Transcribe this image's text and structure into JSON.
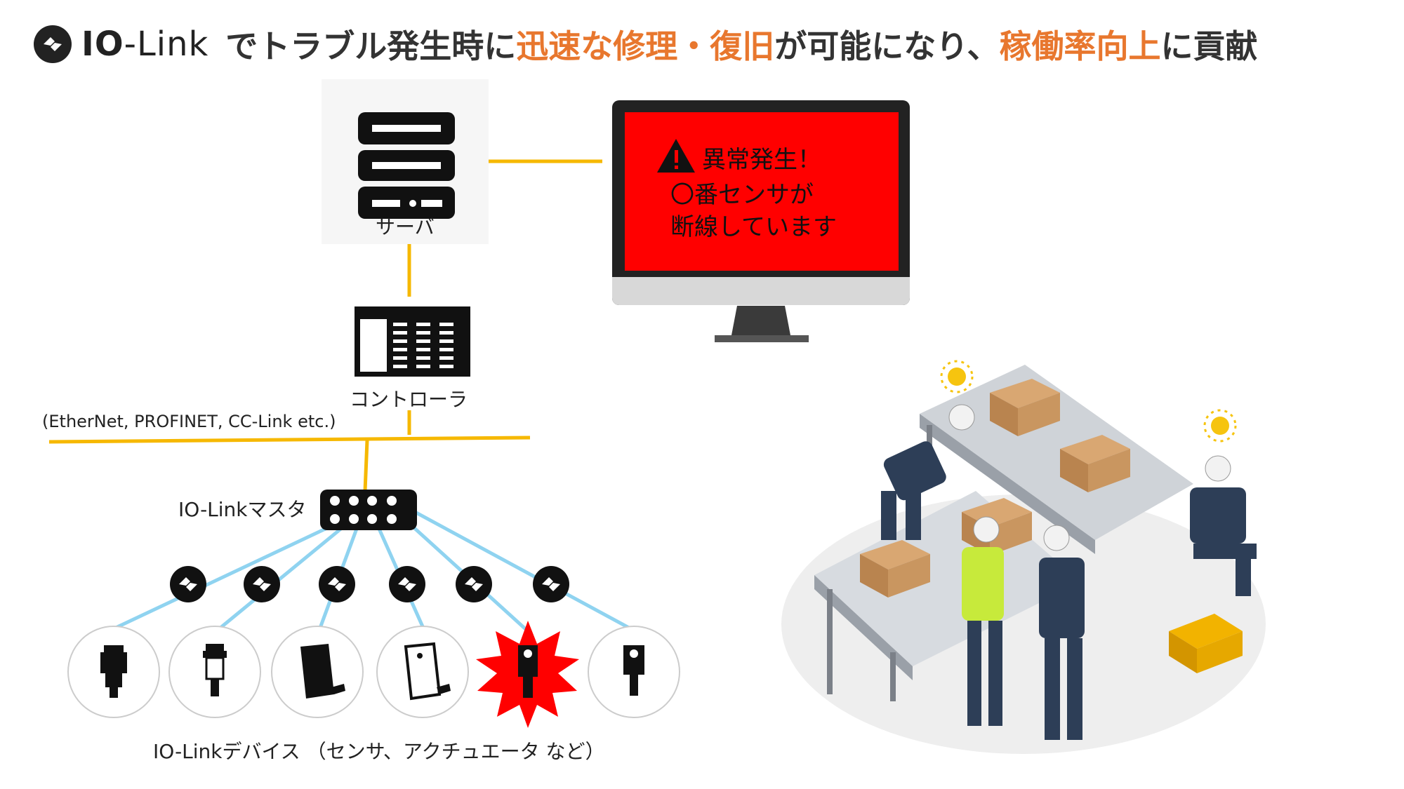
{
  "title": {
    "brand_bold": "IO",
    "brand_rest": "-Link",
    "seg1": "でトラブル発生時に",
    "seg2": "迅速な修理・復旧",
    "seg3": "が可能になり、",
    "seg4": "稼働率向上",
    "seg5": "に貢献"
  },
  "nodes": {
    "server": "サーバ",
    "controller": "コントローラ",
    "network": "(EtherNet, PROFINET, CC-Link etc.)",
    "master": "IO-Linkマスタ",
    "devices": "IO-Linkデバイス （センサ、アクチュエータ など）"
  },
  "monitor": {
    "alert_title": "異常発生！",
    "alert_line1": "〇番センサが",
    "alert_line2": "断線しています"
  },
  "colors": {
    "accent": "#e8772e",
    "link_line": "#f6b800",
    "device_line": "#8fd3f0",
    "alert_red": "#ff0000",
    "dark": "#222222"
  },
  "icons": [
    "io-link-logo-icon",
    "server-icon",
    "controller-icon",
    "io-link-master-icon",
    "warning-icon",
    "sensor-icon",
    "factory-illustration"
  ]
}
